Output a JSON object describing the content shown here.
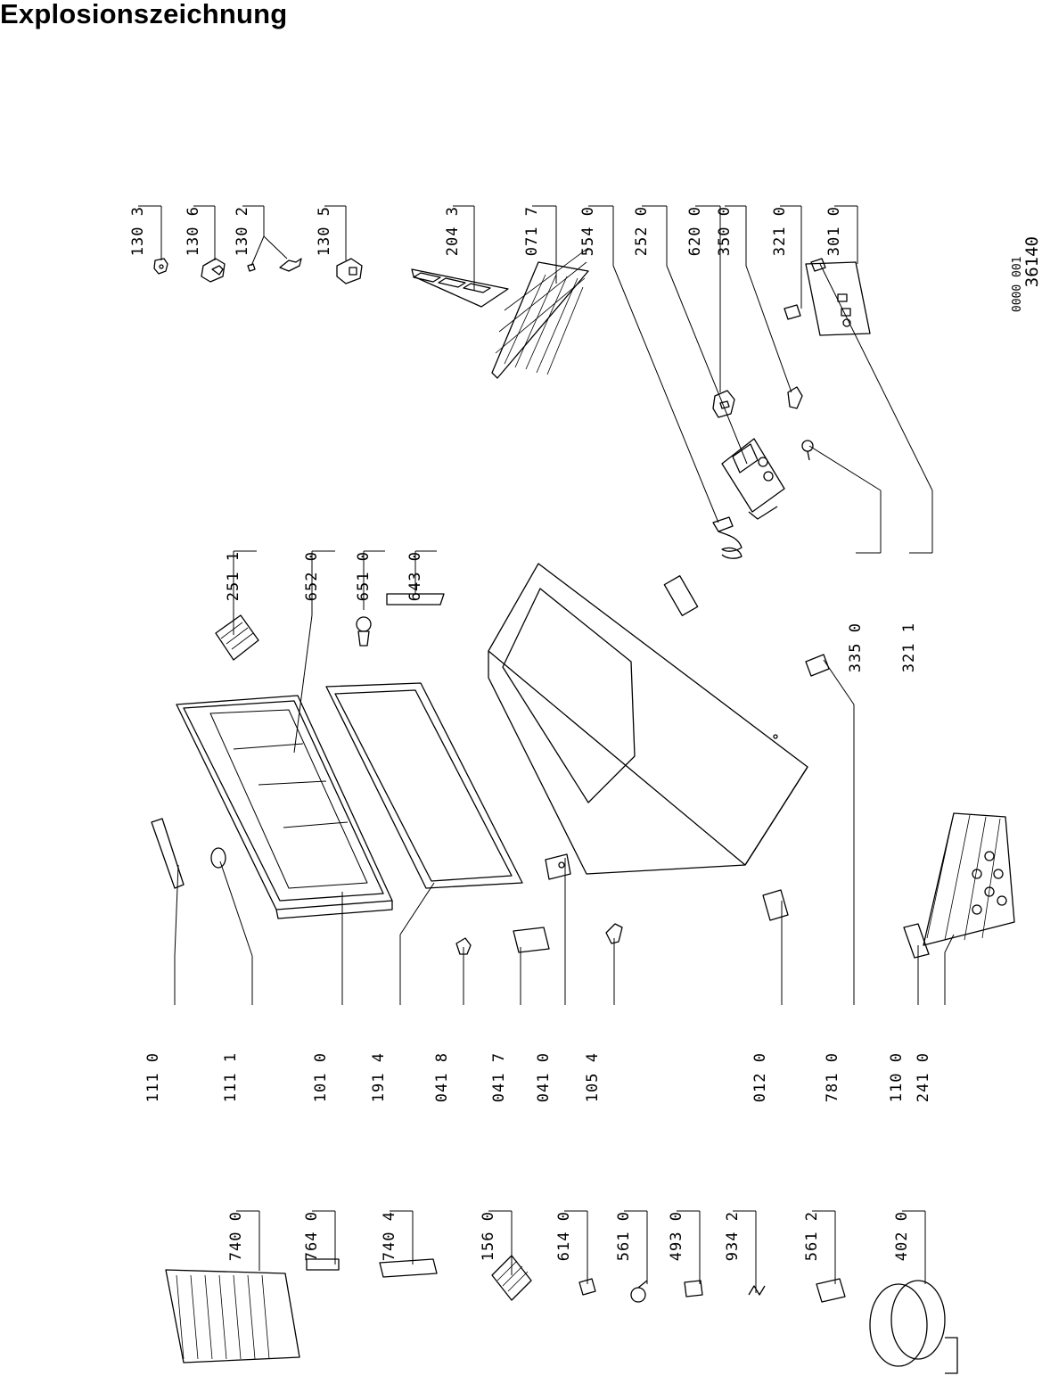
{
  "title": "Explosionszeichnung",
  "doc_code": {
    "a": "0000 001",
    "b": "36140"
  },
  "labels": [
    "130 3",
    "130 6",
    "130 2",
    "130 5",
    "204 3",
    "071 7",
    "554 0",
    "252 0",
    "620 0",
    "350 0",
    "321 0",
    "301 0",
    "251 1",
    "652 0",
    "651 0",
    "643 0",
    "335 0",
    "321 1",
    "111 0",
    "111 1",
    "101 0",
    "191 4",
    "041 8",
    "041 7",
    "041 0",
    "105 4",
    "012 0",
    "781 0",
    "110 0",
    "241 0",
    "740 0",
    "764 0",
    "740 4",
    "156 0",
    "614 0",
    "561 0",
    "493 0",
    "934 2",
    "561 2",
    "402 0"
  ]
}
